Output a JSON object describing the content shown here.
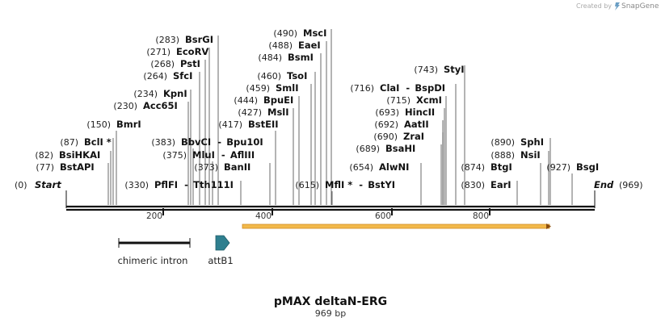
{
  "credit": {
    "prefix": "Created by",
    "brand": "SnapGene",
    "brand_color": "#6a9ec4"
  },
  "title": "pMAX deltaN-ERG",
  "subtitle": "969 bp",
  "sequence": {
    "length": 969,
    "axis_ticks": [
      200,
      400,
      600,
      800
    ],
    "start_label": "Start",
    "end_label": "End",
    "start_pos": "(0)",
    "end_pos": "(969)"
  },
  "features": [
    {
      "name": "chimeric intron",
      "type": "intron",
      "start": 96,
      "end": 228,
      "color": "#111111"
    },
    {
      "name": "attB1",
      "type": "arrow",
      "start": 275,
      "end": 300,
      "color": "#2f7f8f"
    },
    {
      "name": "",
      "type": "orf",
      "start": 330,
      "end": 899,
      "color": "#f2b94a"
    }
  ],
  "sites": [
    {
      "name": "BstAPI",
      "pos": "(77)",
      "at": 77
    },
    {
      "name": "BsiHKAI",
      "pos": "(82)",
      "at": 82
    },
    {
      "name": "BclI",
      "pos": "(87)",
      "at": 87,
      "star": "*"
    },
    {
      "name": "BmrI",
      "pos": "(150)",
      "at": 150
    },
    {
      "name": "Acc65I",
      "pos": "(230)",
      "at": 230
    },
    {
      "name": "KpnI",
      "pos": "(234)",
      "at": 234
    },
    {
      "name": "SfcI",
      "pos": "(264)",
      "at": 264
    },
    {
      "name": "PstI",
      "pos": "(268)",
      "at": 268
    },
    {
      "name": "EcoRV",
      "pos": "(271)",
      "at": 271
    },
    {
      "name": "BsrGI",
      "pos": "(283)",
      "at": 283
    },
    {
      "name": "PflFI",
      "pos": "(330)",
      "at": 330,
      "pair": "Tth111I"
    },
    {
      "name": "BanII",
      "pos": "(373)",
      "at": 373
    },
    {
      "name": "MluI",
      "pos": "(375)",
      "at": 375,
      "pair": "AflIII"
    },
    {
      "name": "BbvCI",
      "pos": "(383)",
      "at": 383,
      "pair": "Bpu10I"
    },
    {
      "name": "BstEII",
      "pos": "(417)",
      "at": 417
    },
    {
      "name": "MslI",
      "pos": "(427)",
      "at": 427
    },
    {
      "name": "BpuEI",
      "pos": "(444)",
      "at": 444
    },
    {
      "name": "SmlI",
      "pos": "(459)",
      "at": 459
    },
    {
      "name": "TsoI",
      "pos": "(460)",
      "at": 460
    },
    {
      "name": "BsmI",
      "pos": "(484)",
      "at": 484
    },
    {
      "name": "EaeI",
      "pos": "(488)",
      "at": 488
    },
    {
      "name": "MscI",
      "pos": "(490)",
      "at": 490
    },
    {
      "name": "MflI",
      "pos": "(615)",
      "at": 615,
      "star": "*",
      "pair": "BstYI"
    },
    {
      "name": "AlwNI",
      "pos": "(654)",
      "at": 654
    },
    {
      "name": "BsaHI",
      "pos": "(689)",
      "at": 689
    },
    {
      "name": "ZraI",
      "pos": "(690)",
      "at": 690
    },
    {
      "name": "AatII",
      "pos": "(692)",
      "at": 692
    },
    {
      "name": "HincII",
      "pos": "(693)",
      "at": 693
    },
    {
      "name": "XcmI",
      "pos": "(715)",
      "at": 715
    },
    {
      "name": "ClaI",
      "pos": "(716)",
      "at": 716,
      "pair": "BspDI"
    },
    {
      "name": "StyI",
      "pos": "(743)",
      "at": 743
    },
    {
      "name": "EarI",
      "pos": "(830)",
      "at": 830
    },
    {
      "name": "BtgI",
      "pos": "(874)",
      "at": 874
    },
    {
      "name": "NsiI",
      "pos": "(888)",
      "at": 888
    },
    {
      "name": "SphI",
      "pos": "(890)",
      "at": 890
    },
    {
      "name": "BsgI",
      "pos": "(927)",
      "at": 927
    }
  ]
}
